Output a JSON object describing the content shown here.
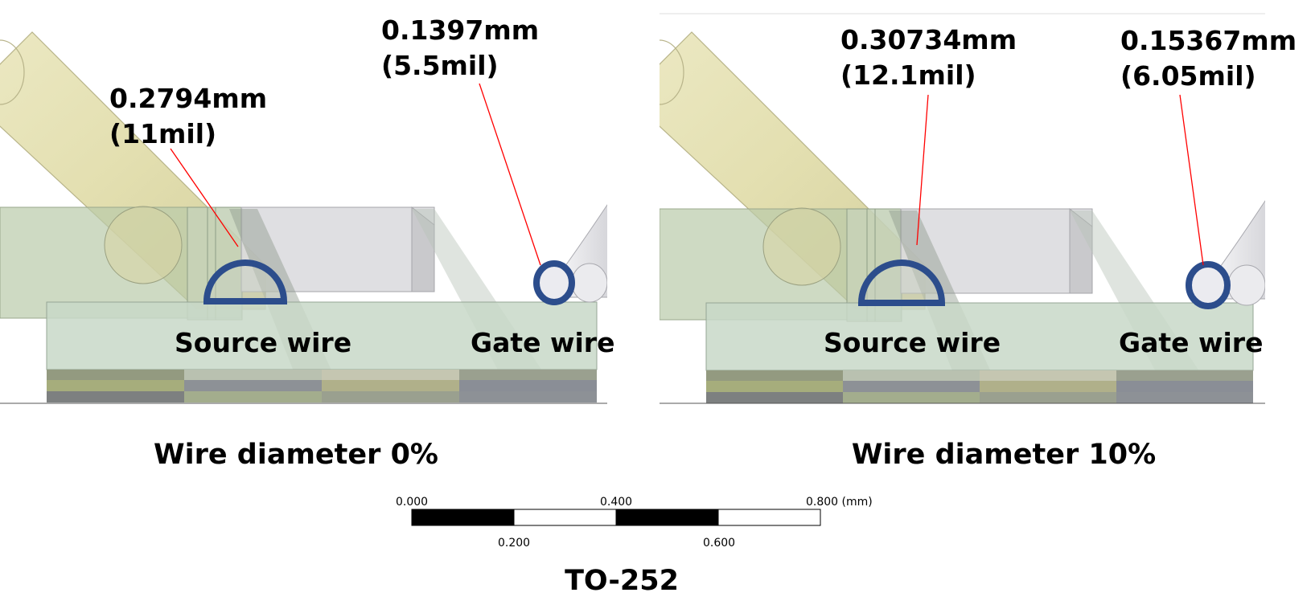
{
  "figure": {
    "title": "TO-252",
    "panels": [
      {
        "caption": "Wire diameter 0%",
        "source_label": "Source wire",
        "gate_label": "Gate wire",
        "source_dim_mm": "0.2794mm",
        "source_dim_mil": "(11mil)",
        "gate_dim_mm": "0.1397mm",
        "gate_dim_mil": "(5.5mil)"
      },
      {
        "caption": "Wire diameter 10%",
        "source_label": "Source wire",
        "gate_label": "Gate wire",
        "source_dim_mm": "0.30734mm",
        "source_dim_mil": "(12.1mil)",
        "gate_dim_mm": "0.15367mm",
        "gate_dim_mil": "(6.05mil)"
      }
    ],
    "scale_bar": {
      "top_ticks": [
        "0.000",
        "0.400",
        "0.800 (mm)"
      ],
      "bottom_ticks": [
        "0.200",
        "0.600"
      ]
    },
    "colors": {
      "wire_yellow": "#e6e2b6",
      "outline_blue": "#2c4d8c",
      "leader_red": "#ff0000",
      "substrate_green": "#c8d8c8"
    }
  }
}
